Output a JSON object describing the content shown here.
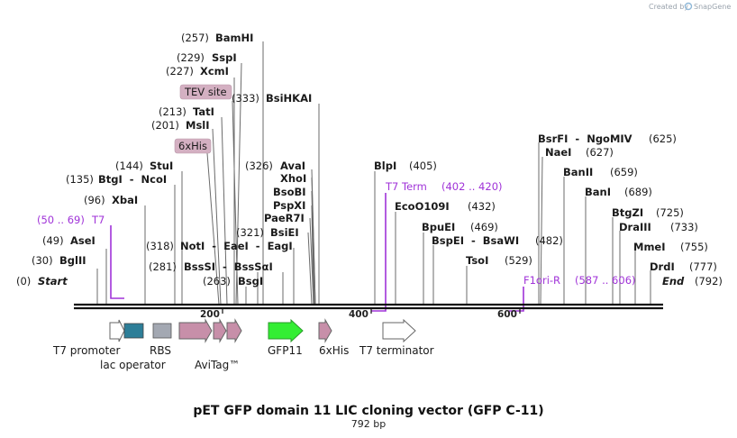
{
  "title": "pET GFP domain 11 LIC cloning vector (GFP C-11)",
  "subtitle": "792 bp",
  "credit": {
    "prefix": "Created by",
    "brand": "SnapGene"
  },
  "length": 792,
  "ticks": [
    {
      "pos": 200,
      "label": "200"
    },
    {
      "pos": 400,
      "label": "400"
    },
    {
      "pos": 600,
      "label": "600"
    }
  ],
  "enzymes": [
    {
      "name": "Start",
      "pos": 0,
      "pos_label": "(0)",
      "italic": true
    },
    {
      "name": "BglII",
      "pos": 30,
      "pos_label": "(30)"
    },
    {
      "name": "AseI",
      "pos": 49,
      "pos_label": "(49)"
    },
    {
      "name": "XbaI",
      "pos": 96,
      "pos_label": "(96)"
    },
    {
      "name": "BtgI  -  NcoI",
      "pos": 135,
      "pos_label": "(135)"
    },
    {
      "name": "StuI",
      "pos": 144,
      "pos_label": "(144)"
    },
    {
      "name": "MslI",
      "pos": 201,
      "pos_label": "(201)"
    },
    {
      "name": "TatI",
      "pos": 213,
      "pos_label": "(213)"
    },
    {
      "name": "XcmI",
      "pos": 227,
      "pos_label": "(227)"
    },
    {
      "name": "SspI",
      "pos": 229,
      "pos_label": "(229)"
    },
    {
      "name": "BamHI",
      "pos": 257,
      "pos_label": "(257)"
    },
    {
      "name": "BsgI",
      "pos": 263,
      "pos_label": "(263)"
    },
    {
      "name": "BssSI  -  BssSαI",
      "pos": 281,
      "pos_label": "(281)"
    },
    {
      "name": "NotI  -  EaeI  -  EagI",
      "pos": 318,
      "pos_label": "(318)"
    },
    {
      "name": "BsiEI",
      "pos": 321,
      "pos_label": "(321)"
    },
    {
      "name": "PaeR7I",
      "pos": 326,
      "pos_label": ""
    },
    {
      "name": "PspXI",
      "pos": 326,
      "pos_label": ""
    },
    {
      "name": "BsoBI",
      "pos": 326,
      "pos_label": ""
    },
    {
      "name": "XhoI",
      "pos": 326,
      "pos_label": ""
    },
    {
      "name": "AvaI",
      "pos": 326,
      "pos_label": "(326)"
    },
    {
      "name": "BsiHKAI",
      "pos": 333,
      "pos_label": "(333)"
    },
    {
      "name": "BlpI",
      "pos": 405,
      "pos_label": "(405)"
    },
    {
      "name": "EcoO109I",
      "pos": 432,
      "pos_label": "(432)"
    },
    {
      "name": "BpuEI",
      "pos": 469,
      "pos_label": "(469)"
    },
    {
      "name": "BspEI  -  BsaWI",
      "pos": 482,
      "pos_label": "(482)"
    },
    {
      "name": "TsoI",
      "pos": 529,
      "pos_label": "(529)"
    },
    {
      "name": "BsrFI  -  NgoMIV",
      "pos": 625,
      "pos_label": "(625)"
    },
    {
      "name": "NaeI",
      "pos": 627,
      "pos_label": "(627)"
    },
    {
      "name": "BanII",
      "pos": 659,
      "pos_label": "(659)"
    },
    {
      "name": "BanI",
      "pos": 689,
      "pos_label": "(689)"
    },
    {
      "name": "BtgZI",
      "pos": 725,
      "pos_label": "(725)"
    },
    {
      "name": "DraIII",
      "pos": 733,
      "pos_label": "(733)"
    },
    {
      "name": "MmeI",
      "pos": 755,
      "pos_label": "(755)"
    },
    {
      "name": "DrdI",
      "pos": 777,
      "pos_label": "(777)"
    },
    {
      "name": "End",
      "pos": 792,
      "pos_label": "(792)",
      "italic": true
    }
  ],
  "site_features": [
    {
      "name": "TEV site",
      "color": "#d4b0c2"
    },
    {
      "name": "6xHis",
      "color": "#d4b0c2"
    }
  ],
  "primers": [
    {
      "name": "T7",
      "range": "(50 .. 69)",
      "direction": "forward"
    },
    {
      "name": "T7 Term",
      "range": "(402 .. 420)",
      "direction": "reverse"
    },
    {
      "name": "F1ori-R",
      "range": "(587 .. 606)",
      "direction": "reverse"
    }
  ],
  "features": [
    {
      "name": "T7 promoter",
      "color": "#ffffff"
    },
    {
      "name": "lac operator",
      "color": "#2d7e98"
    },
    {
      "name": "RBS",
      "color": "#a3a8b2"
    },
    {
      "name": "AviTag™",
      "color": "#c78fa9"
    },
    {
      "name": "GFP11",
      "color": "#33ee33"
    },
    {
      "name": "6xHis",
      "color": "#c78fa9"
    },
    {
      "name": "T7 terminator",
      "color": "#ffffff"
    }
  ],
  "colors": {
    "primer": "#a033d8",
    "backbone": "#111111",
    "leader": "#6b6b6b"
  }
}
